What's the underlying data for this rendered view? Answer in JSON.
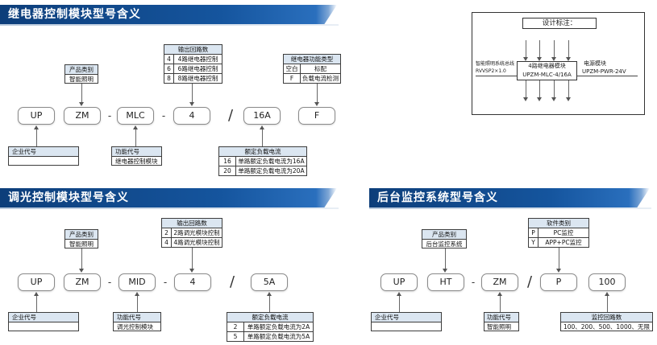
{
  "sections": {
    "relay": "继电器控制模块型号含义",
    "dimmer": "调光控制模块型号含义",
    "monitor": "后台监控系统型号含义"
  },
  "relay": {
    "codes": [
      "UP",
      "ZM",
      "MLC",
      "4",
      "16A",
      "F"
    ],
    "dash": "-",
    "slash": "/",
    "product_type": {
      "title": "产品类别",
      "value": "智能照明"
    },
    "output_loops": {
      "title": "输出回路数",
      "rows": [
        [
          "4",
          "4路继电器控制"
        ],
        [
          "6",
          "6路继电器控制"
        ],
        [
          "8",
          "8路继电器控制"
        ]
      ]
    },
    "relay_func": {
      "title": "继电器功能类型",
      "rows": [
        [
          "空白",
          "标配"
        ],
        [
          "F",
          "负载电流检测"
        ]
      ]
    },
    "company_code": {
      "title": "企业代号",
      "value": ""
    },
    "func_code": {
      "title": "功能代号",
      "value": "继电器控制模块"
    },
    "rated_current": {
      "title": "额定负载电流",
      "rows": [
        [
          "16",
          "单路额定负载电流为16A"
        ],
        [
          "20",
          "单路额定负载电流为20A"
        ]
      ]
    }
  },
  "dimmer": {
    "codes": [
      "UP",
      "ZM",
      "MID",
      "4",
      "5A"
    ],
    "product_type": {
      "title": "产品类别",
      "value": "智能照明"
    },
    "output_loops": {
      "title": "输出回路数",
      "rows": [
        [
          "2",
          "2路调光模块控制"
        ],
        [
          "4",
          "4路调光模块控制"
        ]
      ]
    },
    "company_code": {
      "title": "企业代号",
      "value": ""
    },
    "func_code": {
      "title": "功能代号",
      "value": "调光控制模块"
    },
    "rated_current": {
      "title": "额定负载电流",
      "rows": [
        [
          "2",
          "单路额定负载电流为2A"
        ],
        [
          "5",
          "单路额定负载电流为5A"
        ]
      ]
    }
  },
  "monitor": {
    "codes": [
      "UP",
      "HT",
      "ZM",
      "P",
      "100"
    ],
    "product_type": {
      "title": "产品类别",
      "value": "后台监控系统"
    },
    "software_type": {
      "title": "软件类别",
      "rows": [
        [
          "P",
          "PC监控"
        ],
        [
          "Y",
          "APP+PC监控"
        ]
      ]
    },
    "company_code": {
      "title": "企业代号",
      "value": ""
    },
    "func_code": {
      "title": "功能代号",
      "value": "智能照明"
    },
    "loops": {
      "title": "监控回路数",
      "value": "100、200、500、1000、无限"
    }
  },
  "design_note": {
    "title": "设计标注：",
    "bus_label": "智能照明系统总线",
    "bus_cable": "RVVSP2×1.0",
    "module_line1": "4路继电器模块",
    "module_line2": "UPZM-MLC-4/16A",
    "power_label": "电源模块",
    "power_model": "UPZM-PWR-24V"
  }
}
